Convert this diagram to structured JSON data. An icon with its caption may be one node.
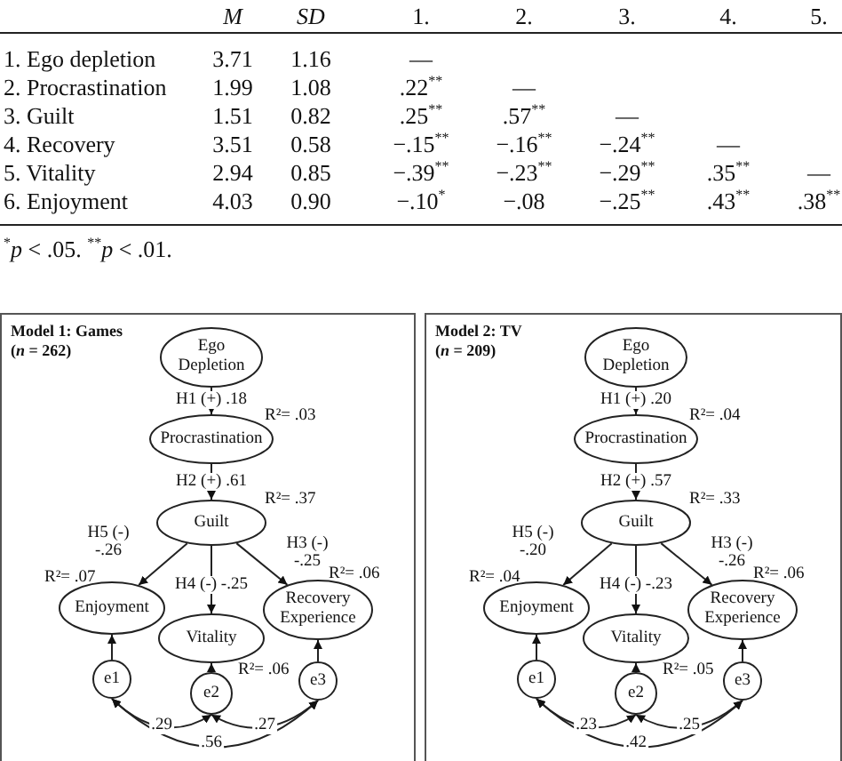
{
  "diagram": {
    "nodes": [
      {
        "text": [
          "Model 1: Games",
          "(*n* = 262)"
        ]
      },
      {
        "text": [
          "Ego Depletion"
        ],
        "in": 0
      },
      {
        "text": [
          "Procrastination"
        ],
        "in": 0,
        "beside": [
          "R²= .03"
        ]
      },
      {
        "text": [
          "Guilt"
        ],
        "in": 0,
        "beside": [
          "R²= .37"
        ]
      },
      {
        "text": [
          "Enjoyment"
        ],
        "in": 0,
        "beside": [
          "R²= .07"
        ]
      },
      {
        "text": [
          "Vitality"
        ],
        "in": 0,
        "beside": [
          "R²= .06"
        ]
      },
      {
        "text": [
          "Recovery Experience"
        ],
        "in": 0,
        "beside": [
          "R²= .06"
        ]
      },
      {
        "text": [
          "e1"
        ],
        "in": 0
      },
      {
        "text": [
          "e2"
        ],
        "in": 0
      },
      {
        "text": [
          "e3"
        ],
        "in": 0
      },
      {
        "text": [
          "Model 2: TV",
          "(*n* = 209)"
        ]
      },
      {
        "text": [
          "Ego Depletion"
        ],
        "in": 10
      },
      {
        "text": [
          "Procrastination"
        ],
        "in": 10,
        "beside": [
          "R²= .04"
        ]
      },
      {
        "text": [
          "Guilt"
        ],
        "in": 10,
        "beside": [
          "R²= .33"
        ]
      },
      {
        "text": [
          "Enjoyment"
        ],
        "in": 10,
        "beside": [
          "R²= .04"
        ]
      },
      {
        "text": [
          "Vitality"
        ],
        "in": 10,
        "beside": [
          "R²= .05"
        ]
      },
      {
        "text": [
          "Recovery Experience"
        ],
        "in": 10,
        "beside": [
          "R²= .06"
        ]
      },
      {
        "text": [
          "e1"
        ],
        "in": 10
      },
      {
        "text": [
          "e2"
        ],
        "in": 10
      },
      {
        "text": [
          "e3"
        ],
        "in": 10
      }
    ],
    "edges": [
      {
        "from": 1,
        "to": 2,
        "arrow": "to",
        "label": "H1 (+) .18"
      },
      {
        "from": 2,
        "to": 3,
        "arrow": "to",
        "label": "H2 (+) .61"
      },
      {
        "from": 3,
        "to": 4,
        "arrow": "to",
        "label": "H5 (-) -.26"
      },
      {
        "from": 3,
        "to": 5,
        "arrow": "to",
        "label": "H4 (-) -.25"
      },
      {
        "from": 3,
        "to": 6,
        "arrow": "to",
        "label": "H3 (-) -.25"
      },
      {
        "from": 7,
        "to": 4,
        "arrow": "to"
      },
      {
        "from": 8,
        "to": 5,
        "arrow": "to"
      },
      {
        "from": 9,
        "to": 6,
        "arrow": "to"
      },
      {
        "from": 7,
        "to": 8,
        "arrow": "both",
        "label": ".29"
      },
      {
        "from": 8,
        "to": 9,
        "arrow": "both",
        "label": ".27"
      },
      {
        "from": 7,
        "to": 9,
        "arrow": "both",
        "label": ".56"
      },
      {
        "from": 11,
        "to": 12,
        "arrow": "to",
        "label": "H1 (+) .20"
      },
      {
        "from": 12,
        "to": 13,
        "arrow": "to",
        "label": "H2 (+) .57"
      },
      {
        "from": 13,
        "to": 14,
        "arrow": "to",
        "label": "H5 (-) -.20"
      },
      {
        "from": 13,
        "to": 15,
        "arrow": "to",
        "label": "H4 (-) -.23"
      },
      {
        "from": 13,
        "to": 16,
        "arrow": "to",
        "label": "H3 (-) -.26"
      },
      {
        "from": 17,
        "to": 14,
        "arrow": "to"
      },
      {
        "from": 18,
        "to": 15,
        "arrow": "to"
      },
      {
        "from": 19,
        "to": 16,
        "arrow": "to"
      },
      {
        "from": 17,
        "to": 18,
        "arrow": "both",
        "label": ".23"
      },
      {
        "from": 18,
        "to": 19,
        "arrow": "both",
        "label": ".25"
      },
      {
        "from": 17,
        "to": 19,
        "arrow": "both",
        "label": ".42"
      }
    ],
    "labels": [
      "M",
      "SD",
      "1.",
      "2.",
      "3.",
      "4.",
      "5.",
      "1. Ego depletion",
      "3.71",
      "1.16",
      "—",
      "2. Procrastination",
      "1.99",
      "1.08",
      ".22$^{**}$",
      "—",
      "3. Guilt",
      "1.51",
      "0.82",
      ".25$^{**}$",
      ".57$^{**}$",
      "—",
      "4. Recovery",
      "3.51",
      "0.58",
      "−.15$^{**}$",
      "−.16$^{**}$",
      "−.24$^{**}$",
      "—",
      "5. Vitality",
      "2.94",
      "0.85",
      "−.39$^{**}$",
      "−.23$^{**}$",
      "−.29$^{**}$",
      ".35$^{**}$",
      "—",
      "6. Enjoyment",
      "4.03",
      "0.90",
      "−.10$^{*}$",
      "−.08",
      "−.25$^{**}$",
      ".43$^{**}$",
      ".38$^{**}$",
      "$^{*}$*p* < .05. $^{**}$*p* < .01."
    ]
  }
}
